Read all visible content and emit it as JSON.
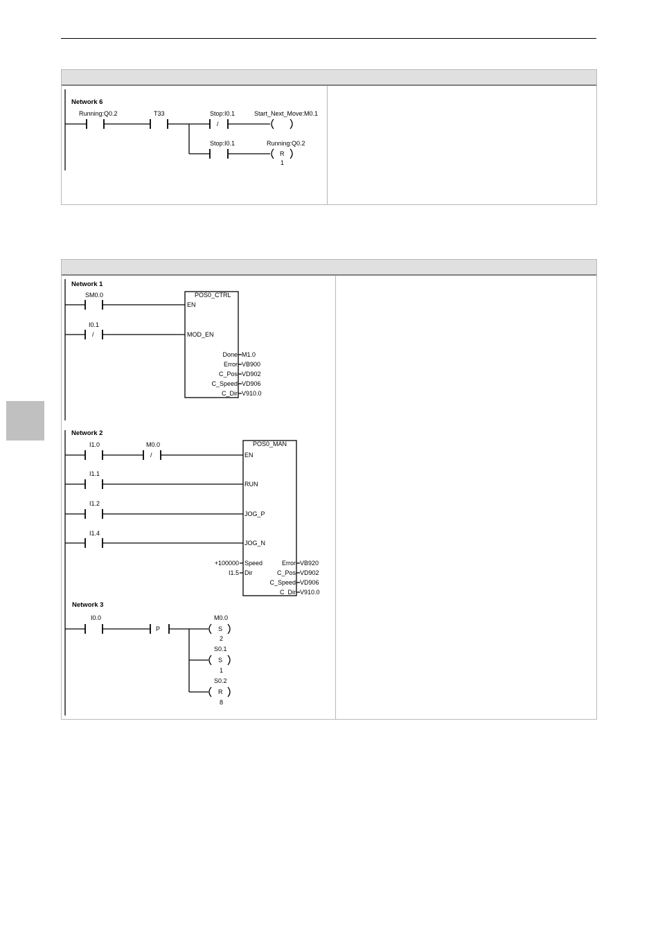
{
  "panel_top": {
    "network_label": "Network 6",
    "contacts": [
      "Running:Q0.2",
      "T33",
      "Stop:I0.1",
      "Stop:I0.1"
    ],
    "coils": [
      {
        "label": "Start_Next_Move:M0.1",
        "type": "",
        "count": ""
      },
      {
        "label": "Running:Q0.2",
        "type": "R",
        "count": "1"
      }
    ],
    "nc_symbol": "/"
  },
  "panel_bottom": {
    "network1": {
      "label": "Network 1",
      "contacts": [
        "SM0.0",
        "I0.1"
      ],
      "nc_symbol": "/",
      "block": {
        "title": "POS0_CTRL",
        "inputs": [
          "EN",
          "MOD_EN"
        ],
        "outputs": [
          {
            "name": "Done",
            "value": "M1.0"
          },
          {
            "name": "Error",
            "value": "VB900"
          },
          {
            "name": "C_Pos",
            "value": "VD902"
          },
          {
            "name": "C_Speed",
            "value": "VD906"
          },
          {
            "name": "C_Dir",
            "value": "V910.0"
          }
        ]
      }
    },
    "network2": {
      "label": "Network 2",
      "contacts": [
        "I1.0",
        "M0.0",
        "I1.1",
        "I1.2",
        "I1.4"
      ],
      "nc_symbol": "/",
      "block": {
        "title": "POS0_MAN",
        "inputs": [
          "EN",
          "RUN",
          "JOG_P",
          "JOG_N"
        ],
        "params": [
          {
            "value": "+100000",
            "name": "Speed"
          },
          {
            "value": "I1.5",
            "name": "Dir"
          }
        ],
        "outputs": [
          {
            "name": "Error",
            "value": "VB920"
          },
          {
            "name": "C_Pos",
            "value": "VD902"
          },
          {
            "name": "C_Speed",
            "value": "VD906"
          },
          {
            "name": "C_Dir",
            "value": "V910.0"
          }
        ]
      }
    },
    "network3": {
      "label": "Network 3",
      "contact": "I0.0",
      "edge_symbol": "P",
      "coils": [
        {
          "label": "M0.0",
          "type": "S",
          "count": "2"
        },
        {
          "label": "S0.1",
          "type": "S",
          "count": "1"
        },
        {
          "label": "S0.2",
          "type": "R",
          "count": "8"
        }
      ]
    }
  }
}
